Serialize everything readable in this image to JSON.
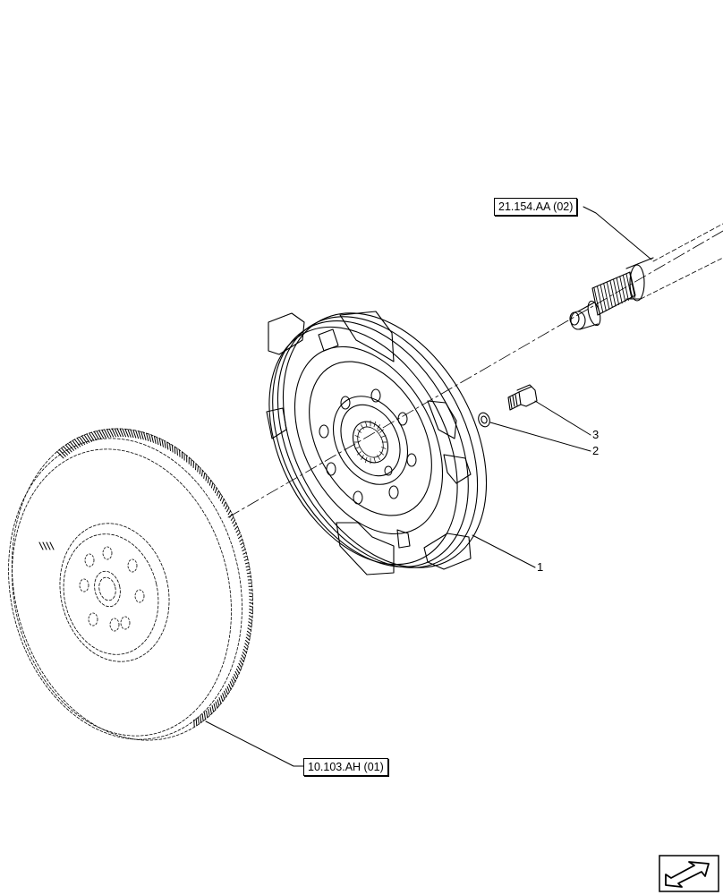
{
  "references": {
    "shaft_ref": "21.154.AA (02)",
    "flywheel_ref": "10.103.AH (01)"
  },
  "callouts": {
    "damper": "1",
    "washer": "2",
    "bolt": "3"
  },
  "icons": {
    "navigation": "next-page-arrow-icon"
  },
  "colors": {
    "line": "#000000",
    "background": "#ffffff"
  }
}
